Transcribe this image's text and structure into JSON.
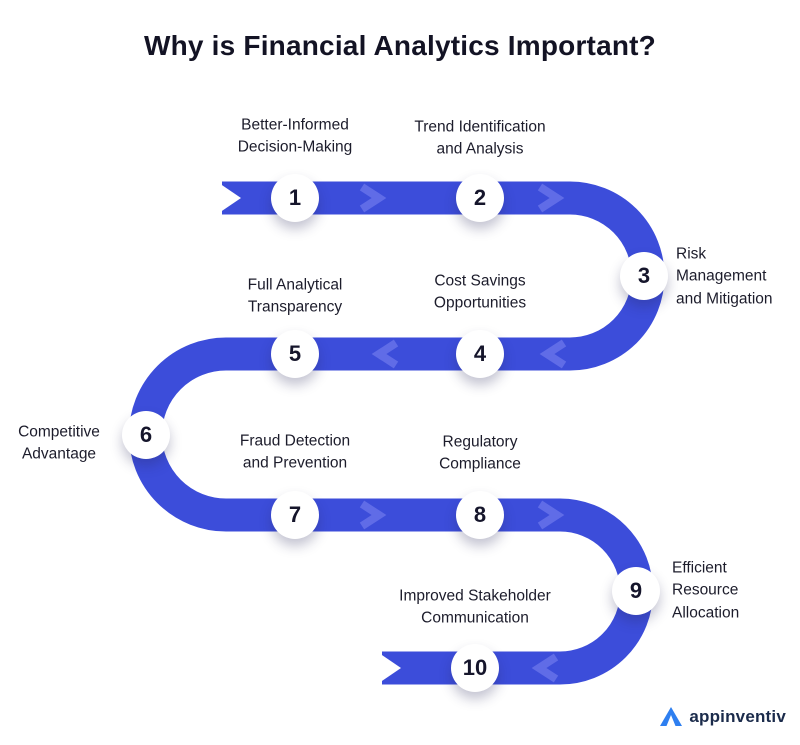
{
  "title": "Why is Financial Analytics Important?",
  "colors": {
    "ribbon_color": "#3C4DDA",
    "chevron_color": "#6470E8",
    "number_color": "#15152B",
    "label_color": "#1C1C2B",
    "title_color": "#131324",
    "logo_text_color": "#1B2B4B",
    "logo_icon_color": "#2E7FF0"
  },
  "items": [
    {
      "number": "1",
      "label": "Better-Informed\nDecision-Making"
    },
    {
      "number": "2",
      "label": "Trend Identification\nand Analysis"
    },
    {
      "number": "3",
      "label": "Risk\nManagement\nand Mitigation"
    },
    {
      "number": "4",
      "label": "Cost Savings\nOpportunities"
    },
    {
      "number": "5",
      "label": "Full Analytical\nTransparency"
    },
    {
      "number": "6",
      "label": "Competitive\nAdvantage"
    },
    {
      "number": "7",
      "label": "Fraud Detection\nand Prevention"
    },
    {
      "number": "8",
      "label": "Regulatory\nCompliance"
    },
    {
      "number": "9",
      "label": "Efficient\nResource\nAllocation"
    },
    {
      "number": "10",
      "label": "Improved Stakeholder\nCommunication"
    }
  ],
  "logo": {
    "text": "appinventiv"
  }
}
